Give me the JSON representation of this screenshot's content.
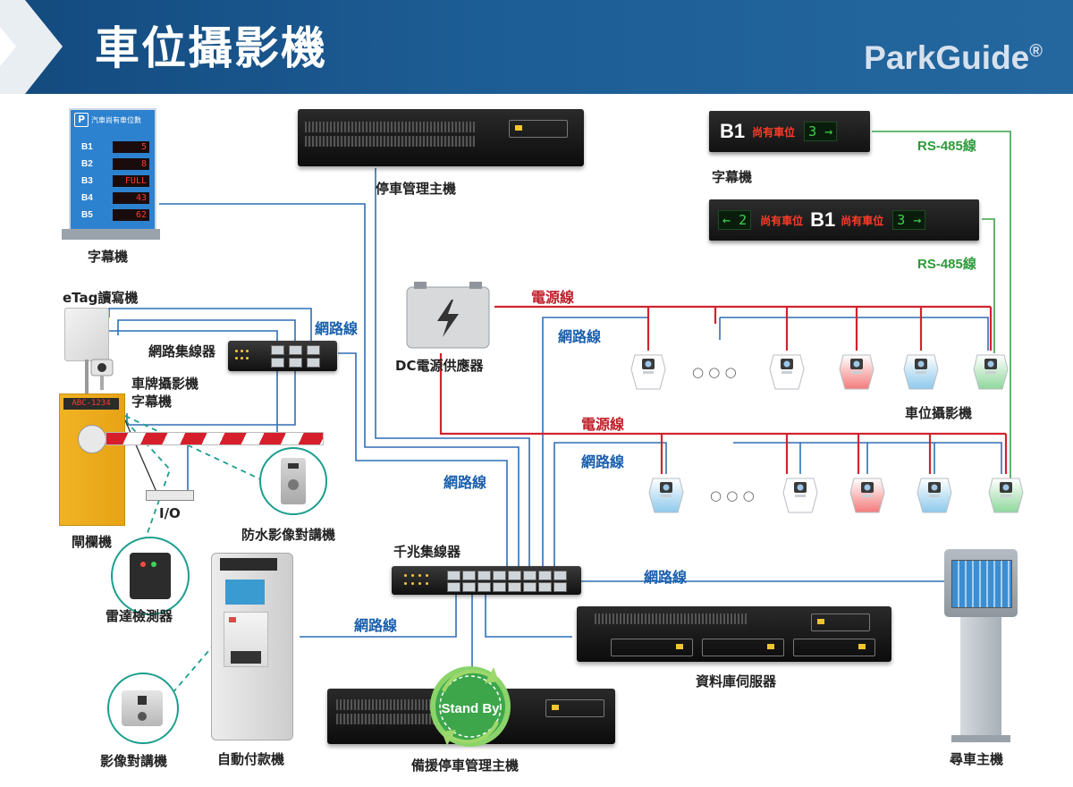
{
  "header": {
    "title": "車位攝影機",
    "brand": "ParkGuide",
    "brand_mark": "®"
  },
  "colors": {
    "header_bg": "#1d5d95",
    "network_line": "#2f6fb5",
    "power_line": "#d0242e",
    "rs485_line": "#3aa04a",
    "dashed_line": "#1b9e8e"
  },
  "parking_sign": {
    "header_text": "汽車尚有車位數",
    "p_symbol": "P",
    "rows": [
      {
        "floor": "B1",
        "value": "5"
      },
      {
        "floor": "B2",
        "value": "8"
      },
      {
        "floor": "B3",
        "value": "FULL"
      },
      {
        "floor": "B4",
        "value": "43"
      },
      {
        "floor": "B5",
        "value": "62"
      }
    ],
    "label": "字幕機"
  },
  "led_board_1": {
    "floor": "B1",
    "text": "尚有車位",
    "count": "3",
    "arrow": "→",
    "label": "字幕機"
  },
  "led_board_2": {
    "left_arrow": "←",
    "left_count": "2",
    "left_text": "尚有車位",
    "floor": "B1",
    "right_text": "尚有車位",
    "right_count": "3",
    "right_arrow": "→"
  },
  "labels": {
    "main_host": "停車管理主機",
    "etag": "eTag讀寫機",
    "hub_small": "網路集線器",
    "plate_camera": "車牌攝影機",
    "plate_display": "字幕機",
    "barrier": "閘欄機",
    "barrier_display_text": "ABC-1234",
    "io": "I/O",
    "waterproof_intercom": "防水影像對講機",
    "radar": "雷達檢測器",
    "video_intercom": "影像對講機",
    "kiosk": "自動付款機",
    "gigabit_switch": "千兆集線器",
    "backup_host": "備援停車管理主機",
    "standby": "Stand By",
    "db_server": "資料庫伺服器",
    "finder": "尋車主機",
    "dc_power": "DC電源供應器",
    "space_camera": "車位攝影機",
    "dots": "○ ○ ○"
  },
  "wire_labels": {
    "network_1": "網路線",
    "network_2": "網路線",
    "network_3": "網路線",
    "network_4": "網路線",
    "network_5": "網路線",
    "network_6": "網路線",
    "power_1": "電源線",
    "power_2": "電源線",
    "rs485_1": "RS-485線",
    "rs485_2": "RS-485線"
  },
  "row1_cameras": [
    "white",
    "dots",
    "white",
    "red",
    "blue",
    "green"
  ],
  "row2_cameras": [
    "blue",
    "dots",
    "white",
    "red",
    "blue",
    "green"
  ]
}
